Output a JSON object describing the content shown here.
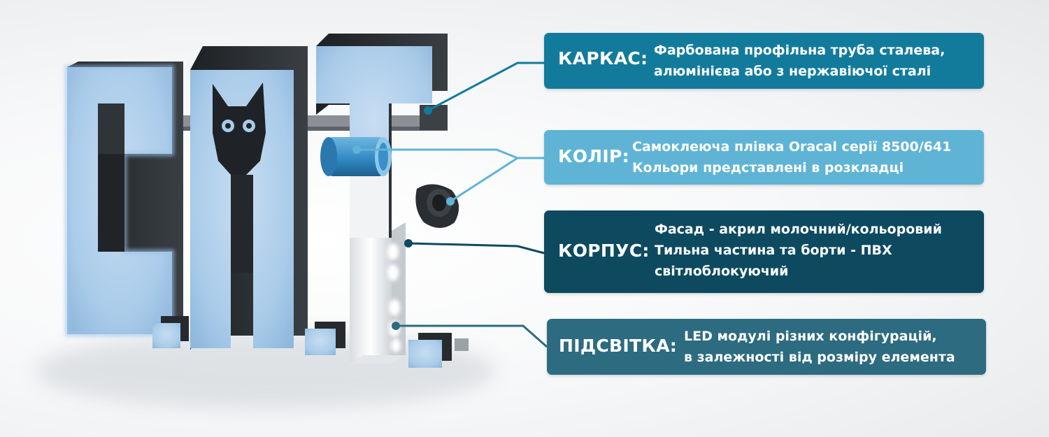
{
  "callouts": {
    "karkas": {
      "label": "КАРКАС:",
      "line1": "Фарбована профільна труба сталева,",
      "line2": "алюмінієва або з нержавіючої сталі",
      "color": "#127b9c"
    },
    "kolir": {
      "label": "КОЛІР:",
      "line1": "Самоклеюча плівка Oracal серії 8500/641",
      "line2": "Кольори представлені в розкладці",
      "color": "#5fb4d6"
    },
    "korpus": {
      "label": "КОРПУС:",
      "line1": "Фасад - акрил молочний/кольоровий",
      "line2": "Тильна частина та борти - ПВХ",
      "line3": "світлоблокуючий",
      "color": "#0d4a60"
    },
    "pidsvitka": {
      "label": "ПІДСВІТКА:",
      "line1": "LED модулі різних конфігурацій,",
      "line2": "в залежності від розміру елемента",
      "color": "#2d6b80"
    }
  },
  "illustration": {
    "subject": "3D illuminated channel letters C.A.T.",
    "face_color": "#a9cbe9",
    "side_color": "#2b2f33",
    "icons": [
      "cat-head-icon",
      "tube-frame-icon",
      "film-roll-icon",
      "led-module-icon"
    ]
  }
}
